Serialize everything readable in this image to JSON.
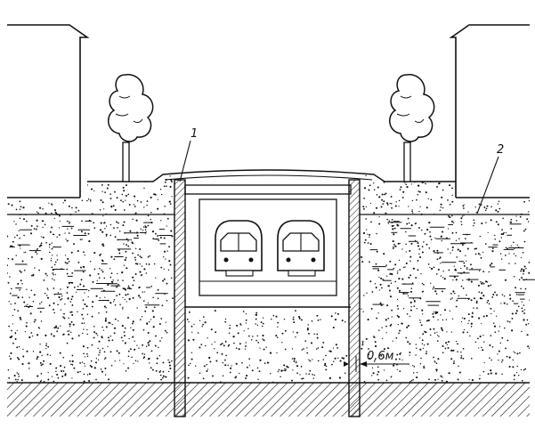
{
  "labels": {
    "wall": "1",
    "groundwater": "2",
    "depth": "0,6м"
  },
  "colors": {
    "ink": "#111111",
    "paper": "#ffffff"
  }
}
